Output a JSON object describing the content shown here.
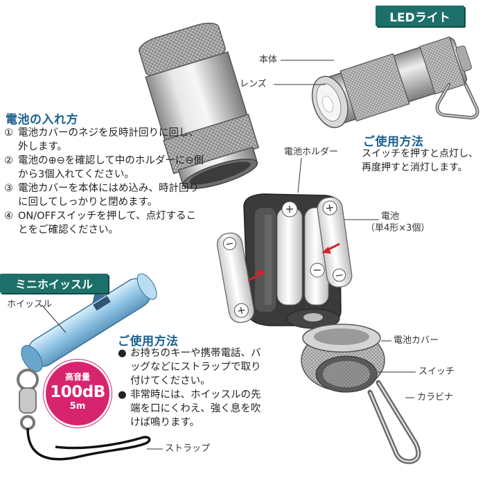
{
  "headers": {
    "led_light": "LEDライト",
    "mini_whistle": "ミニホイッスル"
  },
  "battery_section": {
    "title": "電池の入れ方",
    "steps": [
      {
        "num": "①",
        "text": "電池カバーのネジを反時計回りに回し、外します。"
      },
      {
        "num": "②",
        "text": "電池の⊕⊖を確認して中のホルダーに⊖側から3個入れてください。"
      },
      {
        "num": "③",
        "text": "電池カバーを本体にはめ込み、時計回りに回してしっかりと閉めます。"
      },
      {
        "num": "④",
        "text": "ON/OFFスイッチを押して、点灯することをご確認ください。"
      }
    ]
  },
  "led_usage": {
    "title": "ご使用方法",
    "text": "スイッチを押すと点灯し、再度押すと消灯します。"
  },
  "whistle_usage": {
    "title": "ご使用方法",
    "bullets": [
      {
        "dot": "●",
        "text": "お持ちのキーや携帯電話、バッグなどにストラップで取り付けてください。"
      },
      {
        "dot": "●",
        "text": "非常時には、ホイッスルの先端を口にくわえ、強く息を吹けば鳴ります。"
      }
    ]
  },
  "badge": {
    "line1": "高音量",
    "line2": "100dB",
    "line3": "5m"
  },
  "labels": {
    "body": "本体",
    "lens": "レンズ",
    "battery_holder": "電池ホルダー",
    "battery": "電池",
    "battery_spec": "（単4形×3個）",
    "battery_cover": "電池カバー",
    "switch": "スイッチ",
    "carabiner": "カラビナ",
    "whistle": "ホイッスル",
    "strap": "ストラップ"
  },
  "colors": {
    "header_bg": "#1d6f6a",
    "title_blue": "#1b5f8c",
    "badge_pink": "#d8246e",
    "arrow_red": "#d3222a",
    "whistle_blue": "#8fc3e3"
  },
  "icons": {
    "plus": "plus-sign",
    "minus": "minus-sign"
  }
}
